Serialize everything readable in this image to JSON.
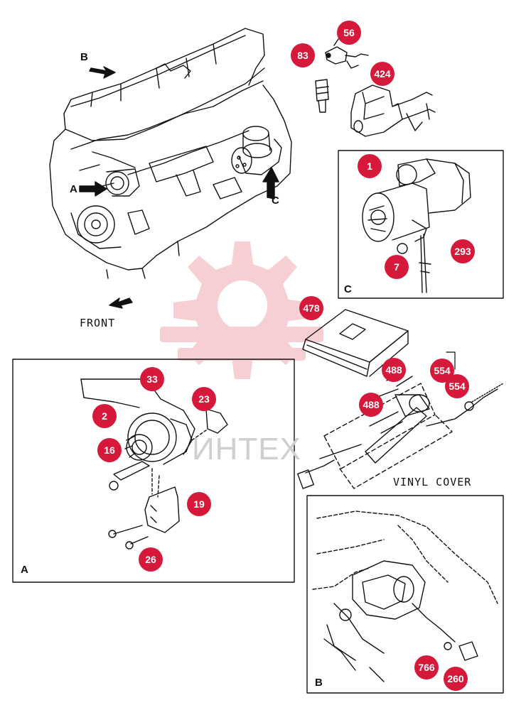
{
  "colors": {
    "callout": "#d6183a",
    "line": "#111111",
    "watermark_gear": "#f2b8bf",
    "watermark_text": "#cccccc"
  },
  "watermark": {
    "text": "ИНТЕХ"
  },
  "labels": {
    "front": "FRONT",
    "vinyl_cover": "VINYL COVER",
    "view_a_arrow": "A",
    "view_b_arrow": "B",
    "view_c_arrow": "C",
    "panel_a": "A",
    "panel_b": "B",
    "panel_c": "C"
  },
  "callouts": {
    "c56": "56",
    "c83": "83",
    "c424": "424",
    "c1": "1",
    "c293": "293",
    "c7": "7",
    "c478": "478",
    "c488a": "488",
    "c488b": "488",
    "c554a": "554",
    "c554b": "554",
    "c33": "33",
    "c2": "2",
    "c23": "23",
    "c16": "16",
    "c19": "19",
    "c26": "26",
    "c766": "766",
    "c260": "260"
  }
}
